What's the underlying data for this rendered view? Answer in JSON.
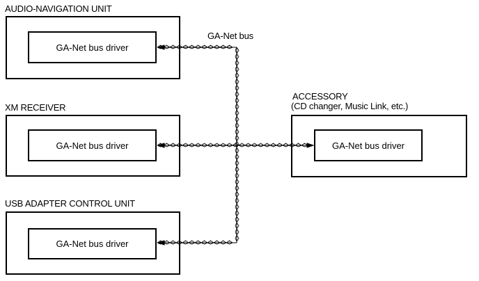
{
  "diagram": {
    "bus_label": "GA-Net bus",
    "units": [
      {
        "id": "audio-navigation-unit",
        "title": "AUDIO-NAVIGATION UNIT",
        "driver": "GA-Net bus driver"
      },
      {
        "id": "xm-receiver",
        "title": "XM RECEIVER",
        "driver": "GA-Net bus driver"
      },
      {
        "id": "usb-adapter-control-unit",
        "title": "USB ADAPTER CONTROL UNIT",
        "driver": "GA-Net bus driver"
      }
    ],
    "accessory": {
      "title": "ACCESSORY",
      "subtitle": "(CD changer, Music Link, etc.)",
      "driver": "GA-Net bus driver"
    },
    "colors": {
      "line": "#000000",
      "background": "#ffffff"
    }
  }
}
